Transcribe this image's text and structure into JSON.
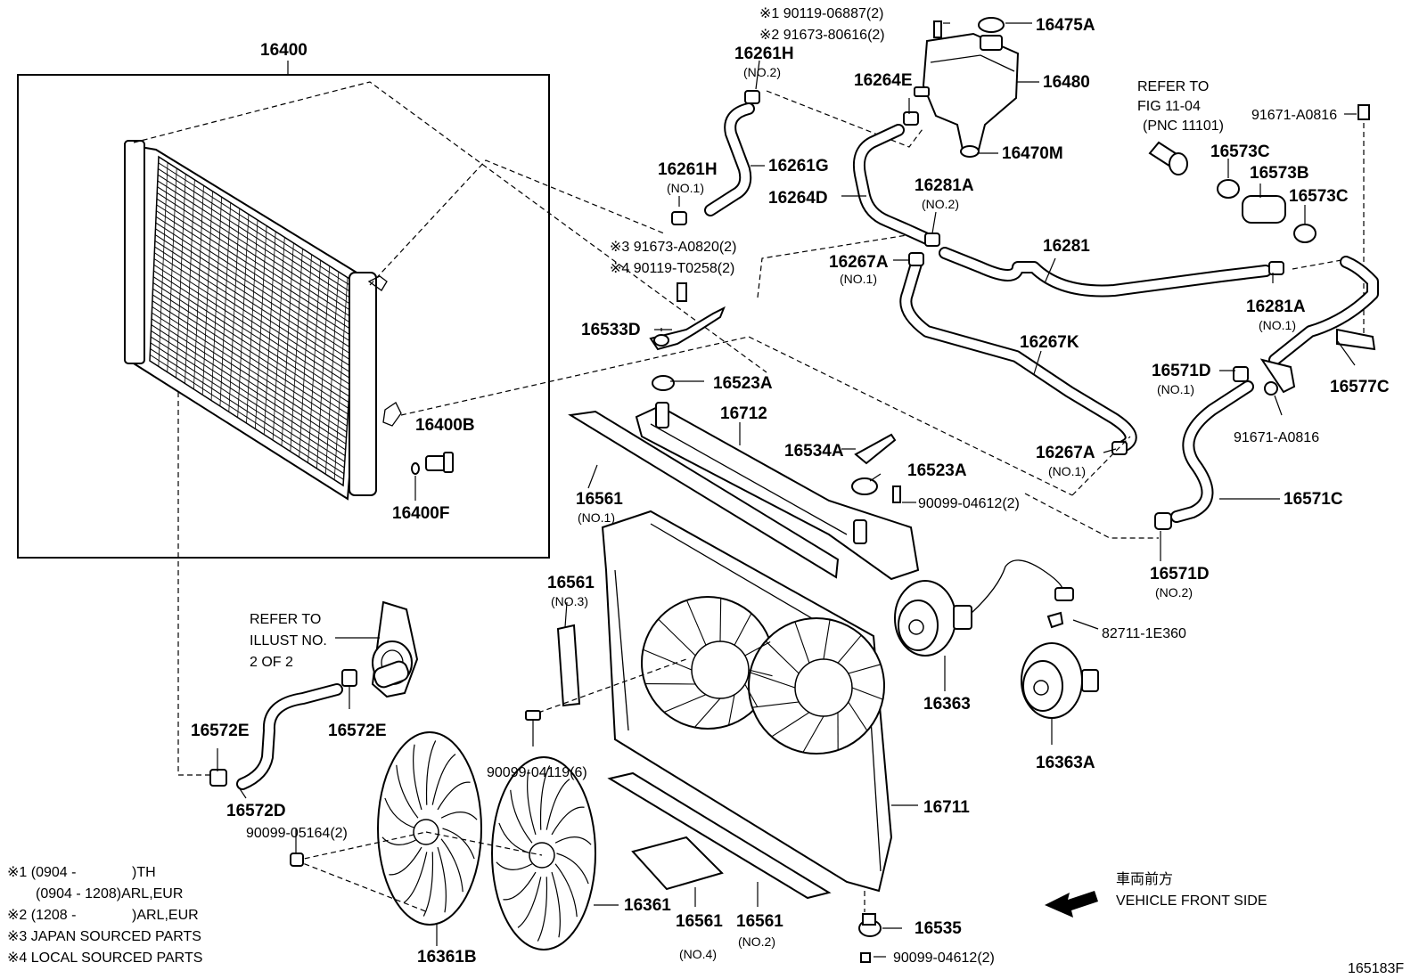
{
  "labels": {
    "p16400": "16400",
    "p16400b": "16400B",
    "p16400f": "16400F",
    "p16261h_top": "16261H",
    "p16261h_top_sub": "(NO.2)",
    "p16261h_bot": "16261H",
    "p16261h_bot_sub": "(NO.1)",
    "p16261g": "16261G",
    "p16264e": "16264E",
    "p16264d": "16264D",
    "p16475a": "16475A",
    "p16480": "16480",
    "p16470m": "16470M",
    "p16281a_top": "16281A",
    "p16281a_top_sub": "(NO.2)",
    "p16281": "16281",
    "p16281a_right": "16281A",
    "p16281a_right_sub": "(NO.1)",
    "p16267a_top": "16267A",
    "p16267a_top_sub": "(NO.1)",
    "p16267k": "16267K",
    "p16267a_bot": "16267A",
    "p16267a_bot_sub": "(NO.1)",
    "p16533d": "16533D",
    "p16523a_top": "16523A",
    "p16712": "16712",
    "p16534a": "16534A",
    "p16523a_mid": "16523A",
    "p90099_04612_top": "90099-04612(2)",
    "p16561_no1": "16561",
    "p16561_no1_sub": "(NO.1)",
    "p16561_no3": "16561",
    "p16561_no3_sub": "(NO.3)",
    "p16573c_a": "16573C",
    "p16573b": "16573B",
    "p16573c_b": "16573C",
    "p91671_top": "91671-A0816",
    "p16571d_top": "16571D",
    "p16571d_top_sub": "(NO.1)",
    "p16577c": "16577C",
    "p91671_mid": "91671-A0816",
    "p16571c": "16571C",
    "p16571d_bot": "16571D",
    "p16571d_bot_sub": "(NO.2)",
    "p82711": "82711-1E360",
    "p16363": "16363",
    "p16363a": "16363A",
    "p16711": "16711",
    "p16572e_a": "16572E",
    "p16572e_b": "16572E",
    "p16572d": "16572D",
    "p90099_05164": "90099-05164(2)",
    "p90099_04119": "90099-04119(6)",
    "p16361": "16361",
    "p16361b": "16361B",
    "p16561_no4": "16561",
    "p16561_no4_sub": "(NO.4)",
    "p16561_no2": "16561",
    "p16561_no2_sub": "(NO.2)",
    "p16535": "16535",
    "p90099_04612_bot": "90099-04612(2)"
  },
  "notes": {
    "n1_top": "※1 90119-06887(2)",
    "n2_top": "※2 91673-80616(2)",
    "n3_mid": "※3 91673-A0820(2)",
    "n4_mid": "※4 90119-T0258(2)",
    "refer_fig_1": "REFER TO",
    "refer_fig_2": "FIG 11-04",
    "refer_fig_3": "(PNC 11101)",
    "refer_ill_1": "REFER TO",
    "refer_ill_2": "ILLUST NO.",
    "refer_ill_3": "2 OF 2",
    "legend_1a": "※1 (0904 -",
    "legend_1b": ")TH",
    "legend_1c": "(0904 - 1208)ARL,EUR",
    "legend_2a": "※2 (1208 -",
    "legend_2b": ")ARL,EUR",
    "legend_3": "※3 JAPAN SOURCED PARTS",
    "legend_4": "※4 LOCAL SOURCED PARTS",
    "vehicle_jp": "車両前方",
    "vehicle_en": "VEHICLE FRONT SIDE",
    "figure_id": "165183F"
  }
}
